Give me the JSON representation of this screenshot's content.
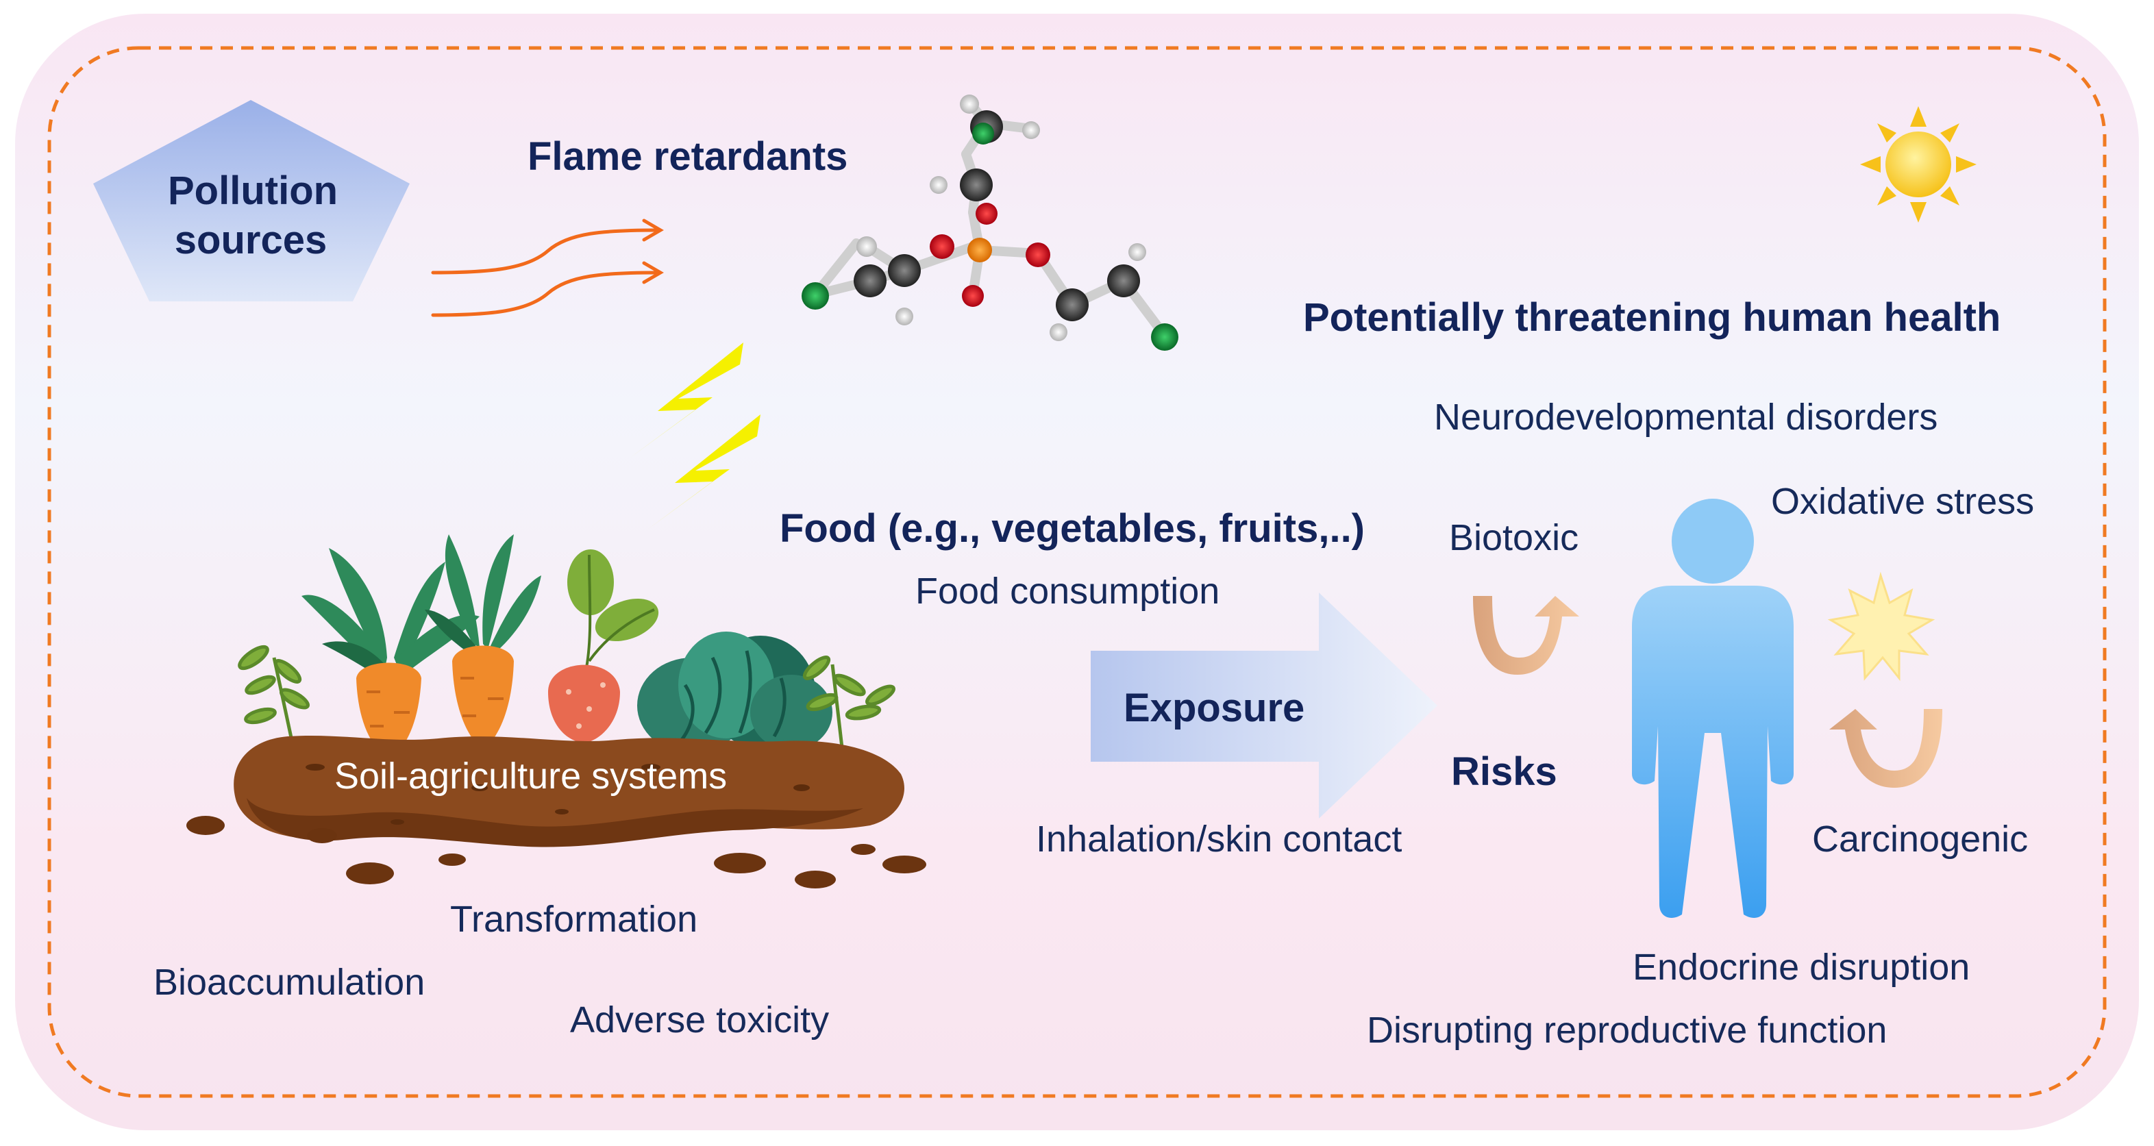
{
  "labels": {
    "pollution_sources_line1": "Pollution",
    "pollution_sources_line2": "sources",
    "flame_retardants": "Flame retardants",
    "potentially_threatening": "Potentially threatening human health",
    "neurodevelopmental": "Neurodevelopmental disorders",
    "oxidative_stress": "Oxidative stress",
    "biotoxic": "Biotoxic",
    "food": "Food (e.g., vegetables, fruits,..)",
    "food_consumption": "Food consumption",
    "exposure": "Exposure",
    "risks": "Risks",
    "inhalation": "Inhalation/skin contact",
    "carcinogenic": "Carcinogenic",
    "soil_systems": "Soil-agriculture systems",
    "transformation": "Transformation",
    "bioaccumulation": "Bioaccumulation",
    "adverse_toxicity": "Adverse toxicity",
    "endocrine_disruption": "Endocrine disruption",
    "disrupting_reproductive": "Disrupting reproductive function"
  },
  "icons": [
    "pentagon-shape",
    "orange-flow-arrows",
    "molecule-structure",
    "sun-icon",
    "lightning-bolt-icon",
    "vegetables-illustration",
    "soil-mound",
    "exposure-arrow",
    "cycle-arrow-icon",
    "human-figure-icon",
    "starburst-icon"
  ],
  "colors": {
    "dark_navy": "#13245a",
    "dashed_border": "#f07a22",
    "arrow_orange": "#f26a1b",
    "lightning_yellow": "#f5f000",
    "human_blue": "#4aa8ee"
  }
}
